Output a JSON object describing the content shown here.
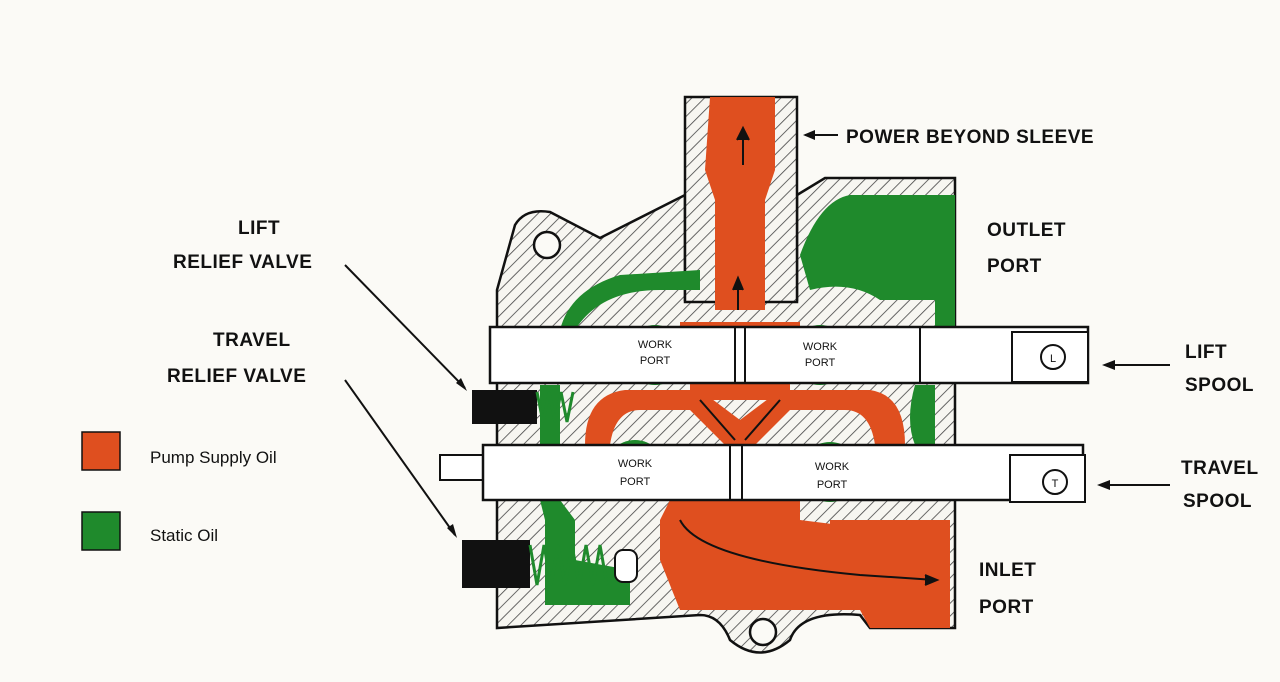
{
  "colors": {
    "pump_supply": "#df4f1f",
    "static": "#1f8a2c",
    "background": "#fbfaf6"
  },
  "labels": {
    "power_beyond_sleeve": "POWER BEYOND SLEEVE",
    "lift_relief_1": "LIFT",
    "lift_relief_2": "RELIEF VALVE",
    "travel_relief_1": "TRAVEL",
    "travel_relief_2": "RELIEF VALVE",
    "outlet_1": "OUTLET",
    "outlet_2": "PORT",
    "lift_spool_1": "LIFT",
    "lift_spool_2": "SPOOL",
    "travel_spool_1": "TRAVEL",
    "travel_spool_2": "SPOOL",
    "inlet_1": "INLET",
    "inlet_2": "PORT",
    "work_port_1": "WORK",
    "work_port_2": "PORT",
    "lift_marker": "L",
    "travel_marker": "T"
  },
  "legend": [
    {
      "label": "Pump Supply Oil",
      "color": "#df4f1f"
    },
    {
      "label": "Static Oil",
      "color": "#1f8a2c"
    }
  ]
}
